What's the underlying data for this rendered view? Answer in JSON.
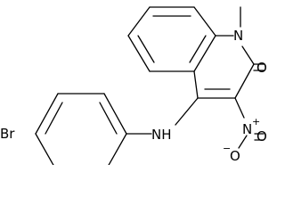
{
  "molecule": {
    "atoms": {
      "br": "Br",
      "nh": "NH",
      "n_ring": "N",
      "o_carbonyl": "O",
      "n_nitro": "N",
      "nitro_plus": "+",
      "o_nitro_single": "O",
      "nitro_minus": "−",
      "o_nitro_double": "O"
    }
  }
}
